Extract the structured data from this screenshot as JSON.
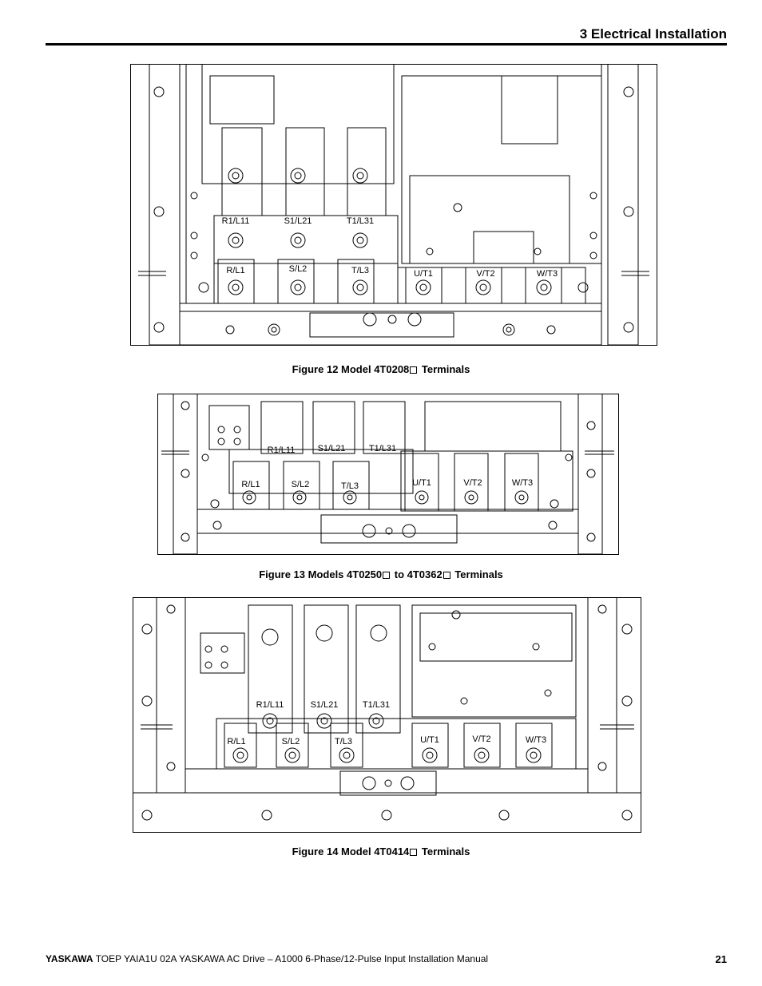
{
  "header": {
    "title": "3 Electrical Installation"
  },
  "figures": [
    {
      "caption_prefix": "Figure 12  Model 4T0208",
      "caption_suffix": " Terminals",
      "terminals": {
        "r1": "R1/L11",
        "s1": "S1/L21",
        "t1": "T1/L31",
        "r": "R/L1",
        "s": "S/L2",
        "t": "T/L3",
        "u": "U/T1",
        "v": "V/T2",
        "w": "W/T3"
      }
    },
    {
      "caption_prefix": "Figure 13  Models 4T0250",
      "caption_mid": " to 4T0362",
      "caption_suffix": " Terminals",
      "terminals": {
        "r1": "R1/L11",
        "s1": "S1/L21",
        "t1": "T1/L31",
        "r": "R/L1",
        "s": "S/L2",
        "t": "T/L3",
        "u": "U/T1",
        "v": "V/T2",
        "w": "W/T3"
      }
    },
    {
      "caption_prefix": "Figure 14  Model 4T0414",
      "caption_suffix": " Terminals",
      "terminals": {
        "r1": "R1/L11",
        "s1": "S1/L21",
        "t1": "T1/L31",
        "r": "R/L1",
        "s": "S/L2",
        "t": "T/L3",
        "u": "U/T1",
        "v": "V/T2",
        "w": "W/T3"
      }
    }
  ],
  "footer": {
    "brand": "YASKAWA",
    "text": " TOEP YAIA1U 02A YASKAWA AC Drive – A1000 6-Phase/12-Pulse Input Installation Manual",
    "page": "21"
  }
}
